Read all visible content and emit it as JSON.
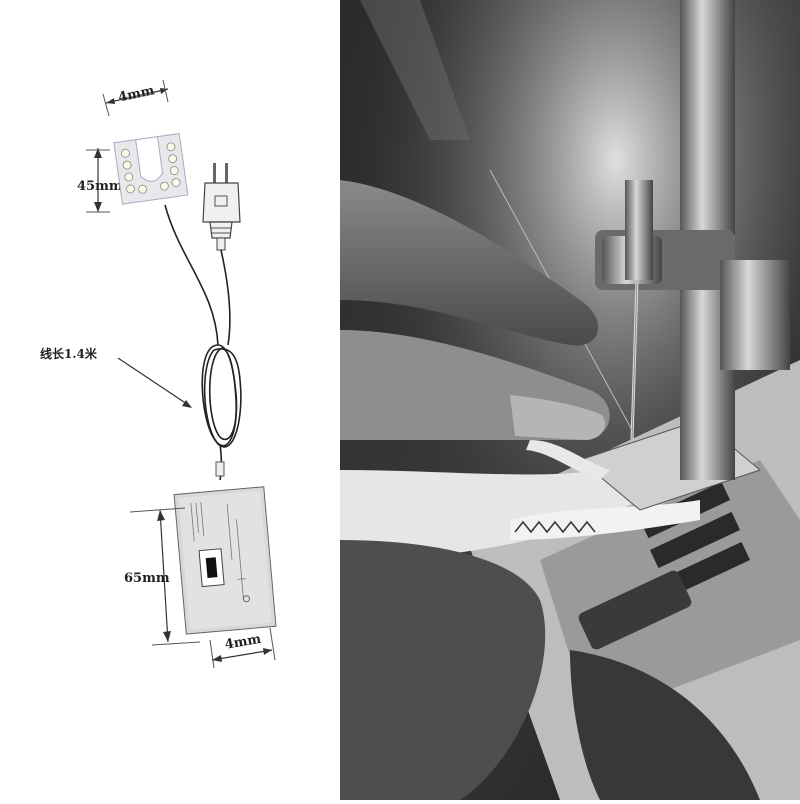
{
  "diagram": {
    "lamp_width": "4mm",
    "lamp_height": "45mm",
    "cable_length": "线长1.4米",
    "box_height": "65mm",
    "box_width": "4mm"
  },
  "photo": {
    "subject": "sewing machine needle and presser foot over fabric",
    "style": "black-and-white"
  }
}
